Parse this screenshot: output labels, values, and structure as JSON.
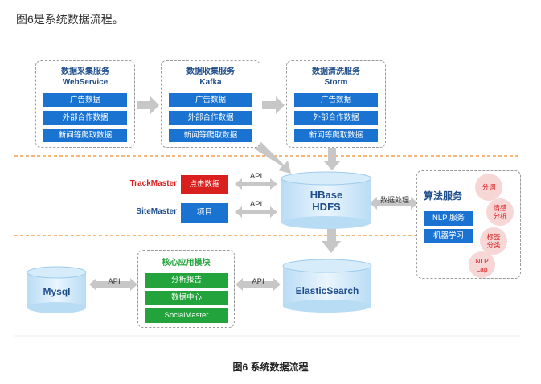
{
  "intro_text": "图6是系统数据流程。",
  "caption": "图6 系统数据流程",
  "services": [
    {
      "title": "数据采集服务",
      "subtitle": "WebService",
      "items": [
        "广告数据",
        "外部合作数据",
        "新闻等爬取数据"
      ]
    },
    {
      "title": "数据收集服务",
      "subtitle": "Kafka",
      "items": [
        "广告数据",
        "外部合作数据",
        "新闻等爬取数据"
      ]
    },
    {
      "title": "数据清洗服务",
      "subtitle": "Storm",
      "items": [
        "广告数据",
        "外部合作数据",
        "新闻等爬取数据"
      ]
    }
  ],
  "trackmaster": {
    "label": "TrackMaster",
    "box": "点击数据"
  },
  "sitemaster": {
    "label": "SiteMaster",
    "box": "项目"
  },
  "api_label": "API",
  "hbase": {
    "line1": "HBase",
    "line2": "HDFS"
  },
  "data_processing": "数据处理",
  "algorithm": {
    "title": "算法服务",
    "items": [
      "NLP 服务",
      "机器学习"
    ],
    "circles": [
      {
        "lines": [
          "分词"
        ]
      },
      {
        "lines": [
          "情感",
          "分析"
        ]
      },
      {
        "lines": [
          "标签",
          "分类"
        ]
      },
      {
        "lines": [
          "NLP",
          "Lap"
        ]
      }
    ]
  },
  "mysql": "Mysql",
  "core": {
    "title": "核心应用模块",
    "items": [
      "分析报告",
      "数据中心",
      "SocialMaster"
    ]
  },
  "elasticsearch": "ElasticSearch",
  "colors": {
    "blue": "#1a73d1",
    "green": "#22a33b",
    "red": "#d9201f",
    "divider": "#f08c2c",
    "title": "#1f4e8c"
  }
}
